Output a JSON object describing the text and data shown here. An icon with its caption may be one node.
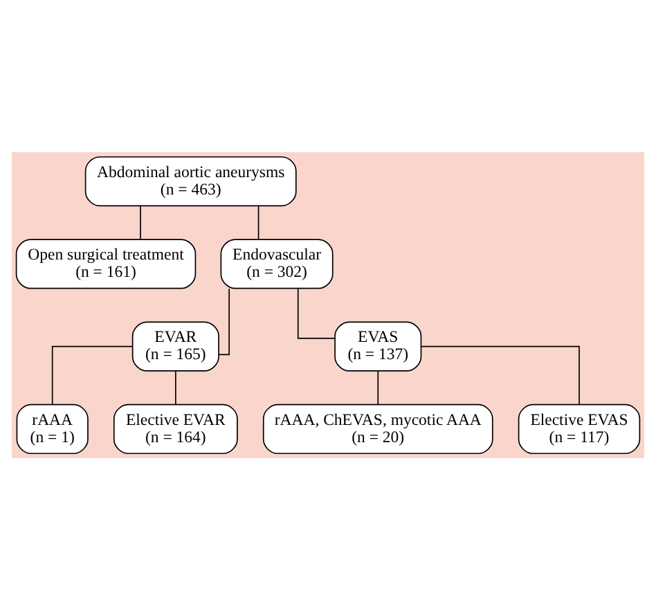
{
  "diagram": {
    "nodes": [
      {
        "text": [
          "Abdominal aortic aneurysms",
          "(n = 463)"
        ]
      },
      {
        "text": [
          "Open surgical treatment",
          "(n = 161)"
        ]
      },
      {
        "text": [
          "Endovascular",
          "(n = 302)"
        ]
      },
      {
        "text": [
          "EVAR",
          "(n = 165)"
        ]
      },
      {
        "text": [
          "EVAS",
          "(n = 137)"
        ]
      },
      {
        "text": [
          "rAAA",
          "(n = 1)"
        ]
      },
      {
        "text": [
          "Elective EVAR",
          "(n = 164)"
        ]
      },
      {
        "text": [
          "rAAA, ChEVAS, mycotic AAA",
          "(n = 20)"
        ]
      },
      {
        "text": [
          "Elective EVAS",
          "(n = 117)"
        ]
      }
    ],
    "edges": [
      {
        "from": 0,
        "to": 1,
        "arrow": "none"
      },
      {
        "from": 0,
        "to": 2,
        "arrow": "none"
      },
      {
        "from": 2,
        "to": 3,
        "arrow": "none"
      },
      {
        "from": 2,
        "to": 4,
        "arrow": "none"
      },
      {
        "from": 3,
        "to": 5,
        "arrow": "none"
      },
      {
        "from": 3,
        "to": 6,
        "arrow": "none"
      },
      {
        "from": 4,
        "to": 7,
        "arrow": "none"
      },
      {
        "from": 4,
        "to": 8,
        "arrow": "none"
      }
    ]
  }
}
